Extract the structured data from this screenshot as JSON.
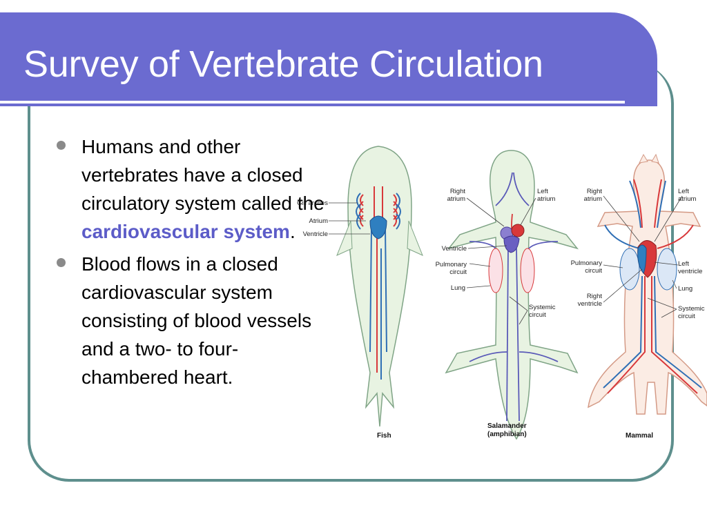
{
  "slide": {
    "title": "Survey of Vertebrate Circulation",
    "bullets": [
      {
        "text_before": "Humans and other vertebrates have a closed circulatory system called the ",
        "emphasis": "cardiovascular system",
        "text_after": "."
      },
      {
        "text": "Blood flows in a closed cardiovascular system consisting of blood vessels and a two- to four-chambered heart."
      }
    ]
  },
  "figure": {
    "fish": {
      "caption": "Fish",
      "labels": {
        "gill_arches": "Gill arches",
        "atrium": "Atrium",
        "ventricle": "Ventricle"
      }
    },
    "amphibian": {
      "caption_line1": "Salamander",
      "caption_line2": "(amphibian)",
      "labels": {
        "right_atrium_1": "Right",
        "right_atrium_2": "atrium",
        "left_atrium_1": "Left",
        "left_atrium_2": "atrium",
        "ventricle": "Ventricle",
        "pulmonary_1": "Pulmonary",
        "pulmonary_2": "circuit",
        "lung": "Lung",
        "systemic_1": "Systemic",
        "systemic_2": "circuit"
      }
    },
    "mammal": {
      "caption": "Mammal",
      "labels": {
        "right_atrium_1": "Right",
        "right_atrium_2": "atrium",
        "left_atrium_1": "Left",
        "left_atrium_2": "atrium",
        "pulmonary_1": "Pulmonary",
        "pulmonary_2": "circuit",
        "left_ventricle_1": "Left",
        "left_ventricle_2": "ventricle",
        "lung": "Lung",
        "right_ventricle_1": "Right",
        "right_ventricle_2": "ventricle",
        "systemic_1": "Systemic",
        "systemic_2": "circuit"
      }
    }
  },
  "colors": {
    "title_bar": "#6b6bd0",
    "frame": "#5e8f8d",
    "emphasis": "#5c5cc8",
    "artery": "#d8383a",
    "vein": "#2f6fb5"
  }
}
